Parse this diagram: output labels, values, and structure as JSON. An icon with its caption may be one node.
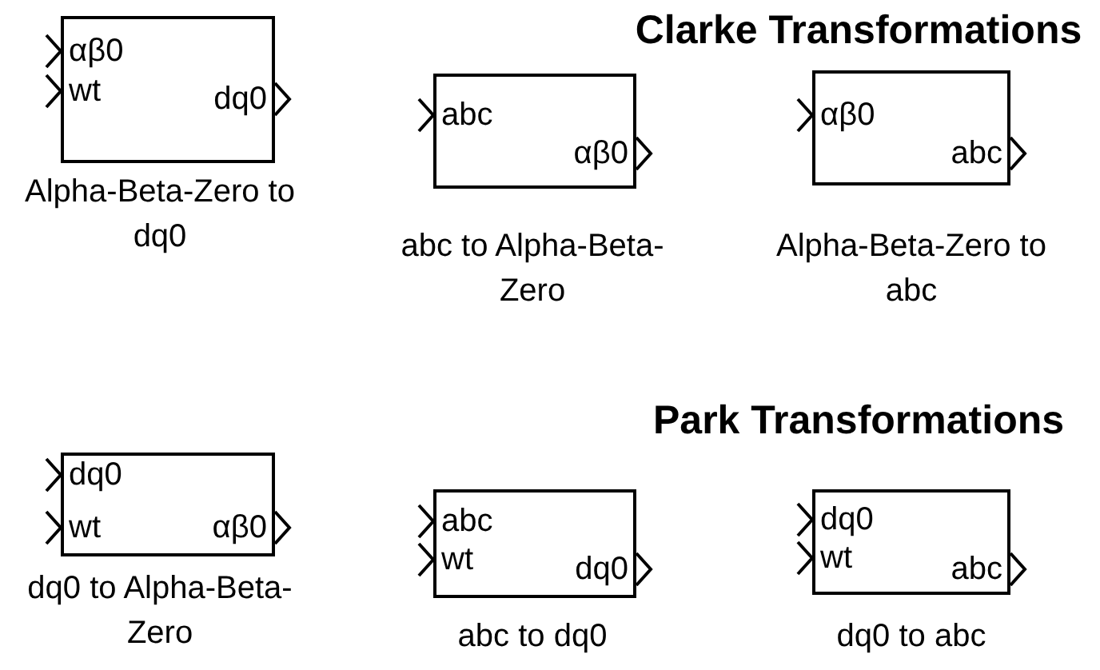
{
  "diagram": {
    "title": "Clarke Transformations",
    "nodes": [
      {
        "text": [
          "αβ0",
          "wt",
          "dq0"
        ],
        "beside": [
          "Alpha-Beta-Zero to dq0"
        ]
      },
      {
        "text": [
          "abc",
          "αβ0"
        ],
        "beside": [
          "abc to Alpha-Beta-Zero"
        ]
      },
      {
        "text": [
          "αβ0",
          "abc"
        ],
        "beside": [
          "Alpha-Beta-Zero to abc"
        ]
      },
      {
        "text": [
          "dq0",
          "wt",
          "αβ0"
        ],
        "beside": [
          "dq0 to Alpha-Beta-Zero"
        ]
      },
      {
        "text": [
          "abc",
          "wt",
          "dq0"
        ],
        "beside": [
          "abc to dq0"
        ]
      },
      {
        "text": [
          "dq0",
          "wt",
          "abc"
        ],
        "beside": [
          "dq0 to abc"
        ]
      }
    ],
    "labels": [
      "Park Transformations"
    ]
  }
}
